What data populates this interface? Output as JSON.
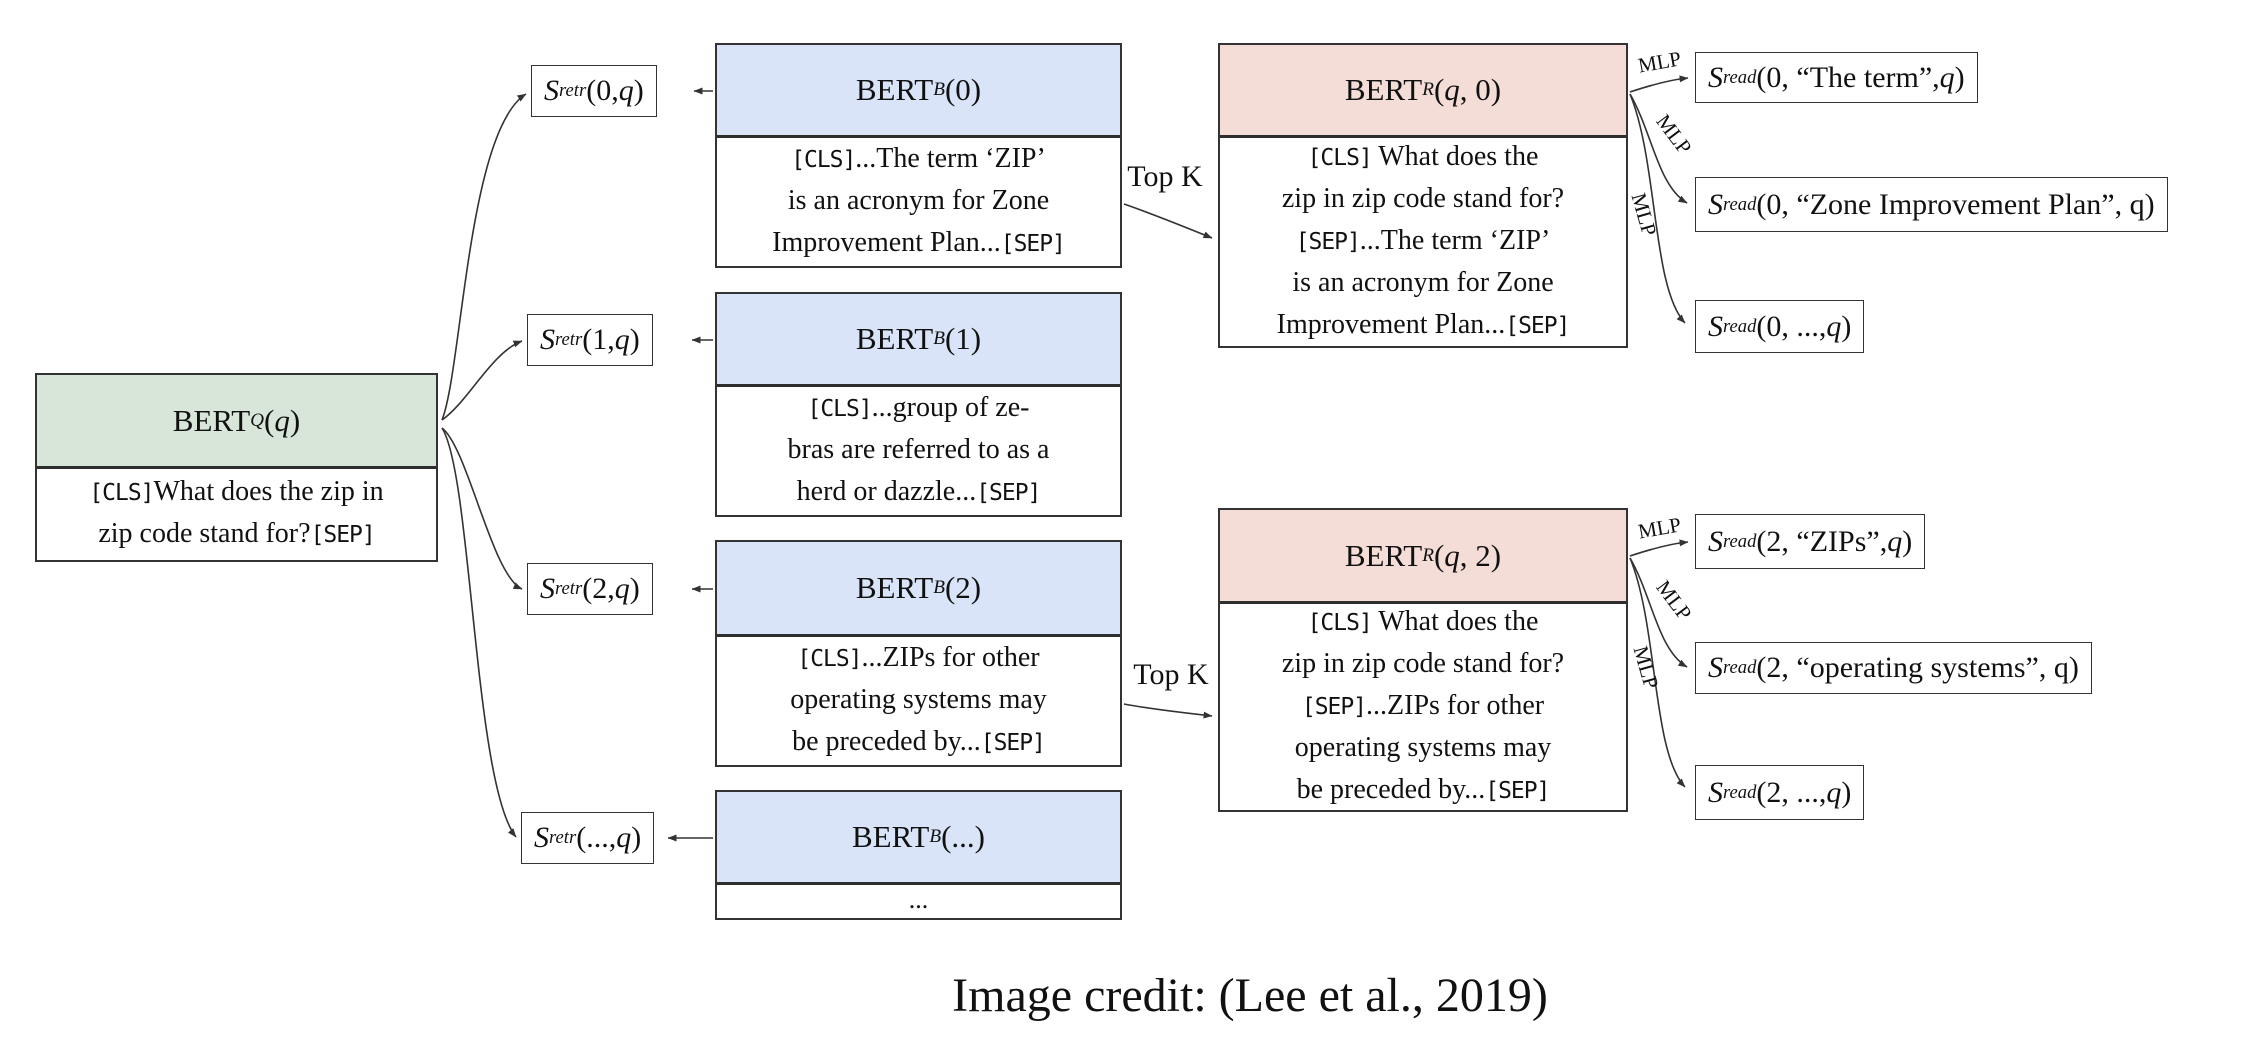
{
  "caption": "Image credit: (Lee et al., 2019)",
  "labels": {
    "top_k": "Top K",
    "mlp": "MLP"
  },
  "colors": {
    "query_header": "#d7e6d9",
    "block_header": "#d9e4f8",
    "reader_header": "#f4dcd7",
    "box_border": "#333333",
    "line": "#333333"
  },
  "query": {
    "title": [
      {
        "t": "BERT"
      },
      {
        "sub": "Q"
      },
      {
        "t": "("
      },
      {
        "i": "q"
      },
      {
        "t": ")"
      }
    ],
    "body": [
      [
        {
          "m": "[CLS]"
        },
        {
          "t": "What does the zip in"
        }
      ],
      [
        {
          "t": "zip code stand for?"
        },
        {
          "m": "[SEP]"
        }
      ]
    ]
  },
  "retr_scores": [
    {
      "label": [
        {
          "i": "S"
        },
        {
          "sub": "retr"
        },
        {
          "t": "(0, "
        },
        {
          "i": "q"
        },
        {
          "t": ")"
        }
      ]
    },
    {
      "label": [
        {
          "i": "S"
        },
        {
          "sub": "retr"
        },
        {
          "t": "(1, "
        },
        {
          "i": "q"
        },
        {
          "t": ")"
        }
      ]
    },
    {
      "label": [
        {
          "i": "S"
        },
        {
          "sub": "retr"
        },
        {
          "t": "(2, "
        },
        {
          "i": "q"
        },
        {
          "t": ")"
        }
      ]
    },
    {
      "label": [
        {
          "i": "S"
        },
        {
          "sub": "retr"
        },
        {
          "t": "(..., "
        },
        {
          "i": "q"
        },
        {
          "t": ")"
        }
      ]
    }
  ],
  "blocks": [
    {
      "title": [
        {
          "t": "BERT"
        },
        {
          "sub": "B"
        },
        {
          "t": "(0)"
        }
      ],
      "body": [
        [
          {
            "m": "[CLS]"
          },
          {
            "t": "...The term ‘ZIP’"
          }
        ],
        [
          {
            "t": "is an acronym for Zone"
          }
        ],
        [
          {
            "t": "Improvement Plan..."
          },
          {
            "m": "[SEP]"
          }
        ]
      ]
    },
    {
      "title": [
        {
          "t": "BERT"
        },
        {
          "sub": "B"
        },
        {
          "t": "(1)"
        }
      ],
      "body": [
        [
          {
            "m": "[CLS]"
          },
          {
            "t": "...group of ze-"
          }
        ],
        [
          {
            "t": "bras are referred to as a"
          }
        ],
        [
          {
            "t": "herd or dazzle..."
          },
          {
            "m": "[SEP]"
          }
        ]
      ]
    },
    {
      "title": [
        {
          "t": "BERT"
        },
        {
          "sub": "B"
        },
        {
          "t": "(2)"
        }
      ],
      "body": [
        [
          {
            "m": "[CLS]"
          },
          {
            "t": "...ZIPs for other"
          }
        ],
        [
          {
            "t": "operating systems may"
          }
        ],
        [
          {
            "t": "be preceded by..."
          },
          {
            "m": "[SEP]"
          }
        ]
      ]
    },
    {
      "title": [
        {
          "t": "BERT"
        },
        {
          "sub": "B"
        },
        {
          "t": "(...)"
        }
      ],
      "body": [
        [
          {
            "t": "..."
          }
        ]
      ]
    }
  ],
  "readers": [
    {
      "title": [
        {
          "t": "BERT"
        },
        {
          "sub": "R"
        },
        {
          "t": "("
        },
        {
          "i": "q"
        },
        {
          "t": ", 0)"
        }
      ],
      "body": [
        [
          {
            "m": "[CLS]"
          },
          {
            "t": " What does the"
          }
        ],
        [
          {
            "t": "zip in zip code stand for?"
          }
        ],
        [
          {
            "m": "[SEP]"
          },
          {
            "t": "...The term ‘ZIP’"
          }
        ],
        [
          {
            "t": "is an acronym for Zone"
          }
        ],
        [
          {
            "t": "Improvement Plan..."
          },
          {
            "m": "[SEP]"
          }
        ]
      ]
    },
    {
      "title": [
        {
          "t": "BERT"
        },
        {
          "sub": "R"
        },
        {
          "t": "("
        },
        {
          "i": "q"
        },
        {
          "t": ", 2)"
        }
      ],
      "body": [
        [
          {
            "m": "[CLS]"
          },
          {
            "t": " What does the"
          }
        ],
        [
          {
            "t": "zip in zip code stand for?"
          }
        ],
        [
          {
            "m": "[SEP]"
          },
          {
            "t": "...ZIPs for other"
          }
        ],
        [
          {
            "t": "operating systems may"
          }
        ],
        [
          {
            "t": "be preceded by..."
          },
          {
            "m": "[SEP]"
          }
        ]
      ]
    }
  ],
  "read_scores_top": [
    {
      "label": [
        {
          "i": "S"
        },
        {
          "sub": "read"
        },
        {
          "t": "(0, “The term”, "
        },
        {
          "i": "q"
        },
        {
          "t": ")"
        }
      ]
    },
    {
      "label": [
        {
          "i": "S"
        },
        {
          "sub": "read"
        },
        {
          "t": "(0, “Zone Improvement Plan”, q)"
        }
      ]
    },
    {
      "label": [
        {
          "i": "S"
        },
        {
          "sub": "read"
        },
        {
          "t": "(0, ..., "
        },
        {
          "i": "q"
        },
        {
          "t": ")"
        }
      ]
    }
  ],
  "read_scores_bottom": [
    {
      "label": [
        {
          "i": "S"
        },
        {
          "sub": "read"
        },
        {
          "t": "(2, “ZIPs”, "
        },
        {
          "i": "q"
        },
        {
          "t": ")"
        }
      ]
    },
    {
      "label": [
        {
          "i": "S"
        },
        {
          "sub": "read"
        },
        {
          "t": "(2, “operating systems”, q)"
        }
      ]
    },
    {
      "label": [
        {
          "i": "S"
        },
        {
          "sub": "read"
        },
        {
          "t": "(2, ..., "
        },
        {
          "i": "q"
        },
        {
          "t": ")"
        }
      ]
    }
  ]
}
